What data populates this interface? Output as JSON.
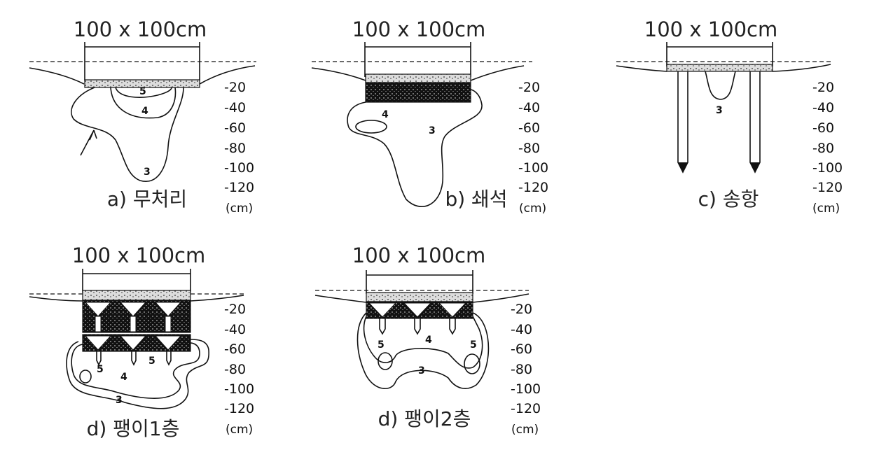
{
  "dimension_label": "100 x 100cm",
  "depth_ticks": [
    "-20",
    "-40",
    "-60",
    "-80",
    "-100",
    "-120"
  ],
  "depth_unit": "(cm)",
  "panels": [
    {
      "id": "a",
      "caption": "a) 무처리",
      "zones": [
        "5",
        "4",
        "3"
      ]
    },
    {
      "id": "b",
      "caption": "b) 쇄석",
      "zones": [
        "4",
        "3"
      ]
    },
    {
      "id": "c",
      "caption": "c) 송항",
      "zones": [
        "3"
      ]
    },
    {
      "id": "d1",
      "caption": "d) 팽이1층",
      "zones": [
        "5",
        "5",
        "4",
        "3"
      ]
    },
    {
      "id": "d2",
      "caption": "d) 팽이2층",
      "zones": [
        "5",
        "4",
        "5",
        "3"
      ]
    }
  ]
}
